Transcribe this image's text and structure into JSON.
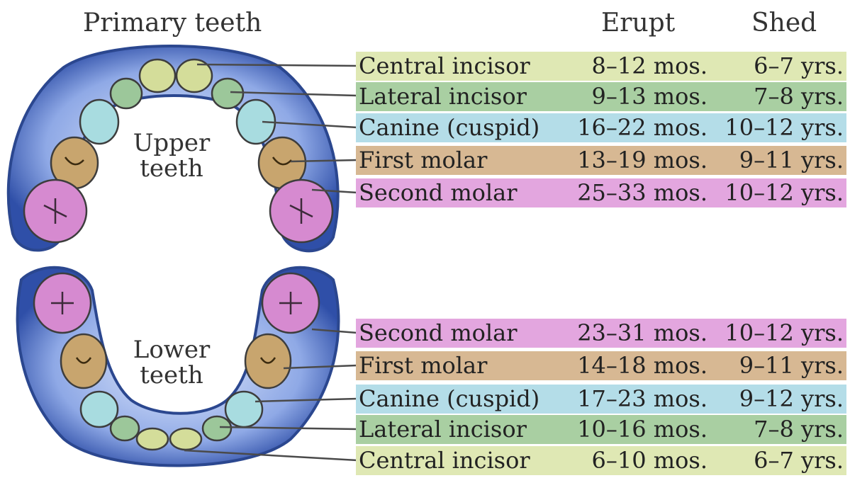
{
  "header": {
    "title": "Primary teeth",
    "erupt": "Erupt",
    "shed": "Shed"
  },
  "upper": {
    "label_line1": "Upper",
    "label_line2": "teeth",
    "rows": [
      {
        "name": "Central incisor",
        "erupt": "8–12 mos.",
        "shed": "6–7 yrs.",
        "color": "#dfe8b4"
      },
      {
        "name": "Lateral incisor",
        "erupt": "9–13 mos.",
        "shed": "7–8 yrs.",
        "color": "#a9cfa2"
      },
      {
        "name": "Canine (cuspid)",
        "erupt": "16–22 mos.",
        "shed": "10–12 yrs.",
        "color": "#b4dde8"
      },
      {
        "name": "First molar",
        "erupt": "13–19 mos.",
        "shed": "9–11 yrs.",
        "color": "#d7b893"
      },
      {
        "name": "Second molar",
        "erupt": "25–33 mos.",
        "shed": "10–12 yrs.",
        "color": "#e3a6df"
      }
    ]
  },
  "lower": {
    "label_line1": "Lower",
    "label_line2": "teeth",
    "rows": [
      {
        "name": "Second molar",
        "erupt": "23–31 mos.",
        "shed": "10–12 yrs.",
        "color": "#e3a6df"
      },
      {
        "name": "First molar",
        "erupt": "14–18 mos.",
        "shed": "9–11 yrs.",
        "color": "#d7b893"
      },
      {
        "name": "Canine (cuspid)",
        "erupt": "17–23 mos.",
        "shed": "9–12 yrs.",
        "color": "#b4dde8"
      },
      {
        "name": "Lateral incisor",
        "erupt": "10–16 mos.",
        "shed": "7–8 yrs.",
        "color": "#a9cfa2"
      },
      {
        "name": "Central incisor",
        "erupt": "6–10 mos.",
        "shed": "6–7 yrs.",
        "color": "#dfe8b4"
      }
    ]
  },
  "colors": {
    "gum": "#3f5fb5",
    "gum_inner": "#b9cdf2",
    "leader_line": "#4a4a4a",
    "incisor_central": "#d4dd9a",
    "incisor_lateral": "#9cc79a",
    "canine": "#a8dce0",
    "first_molar": "#c8a56e",
    "second_molar": "#d68ad0"
  }
}
